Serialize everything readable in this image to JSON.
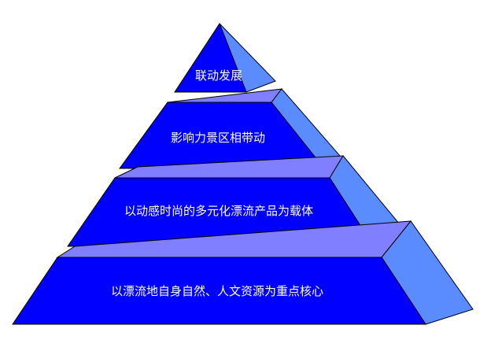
{
  "colors": {
    "front": "#0000ff",
    "top": "#7f7fff",
    "side": "#5b8cff",
    "stroke": "#000000",
    "label": "#ffffff"
  },
  "levels": [
    {
      "label": "联动发展"
    },
    {
      "label": "影响力景区相带动"
    },
    {
      "label": "以动感时尚的多元化漂流产品为载体"
    },
    {
      "label": "以漂流地自身自然、人文资源为重点核心"
    }
  ]
}
